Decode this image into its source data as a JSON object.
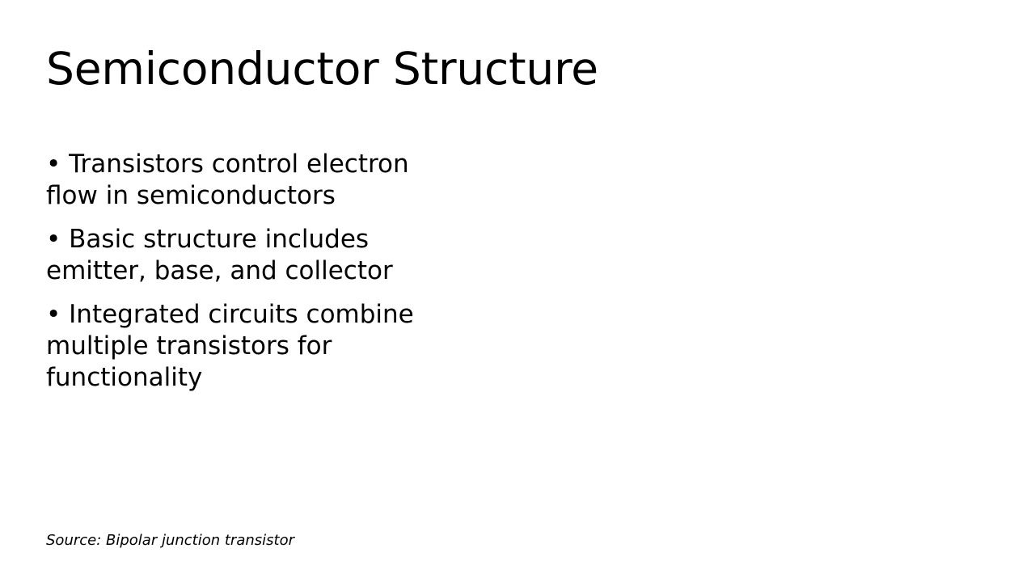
{
  "slide": {
    "title": "Semiconductor Structure",
    "background_color": "#ffffff",
    "text_color": "#000000",
    "bullet_glyph": "•",
    "bullets": [
      {
        "marker": "•",
        "text": "Transistors control electron flow in semiconductors"
      },
      {
        "marker": "•",
        "text": "Basic structure includes emitter, base, and collector"
      },
      {
        "marker": "•",
        "text": "Integrated circuits combine multiple transistors for functionality"
      }
    ],
    "source": "Source: Bipolar junction transistor"
  }
}
